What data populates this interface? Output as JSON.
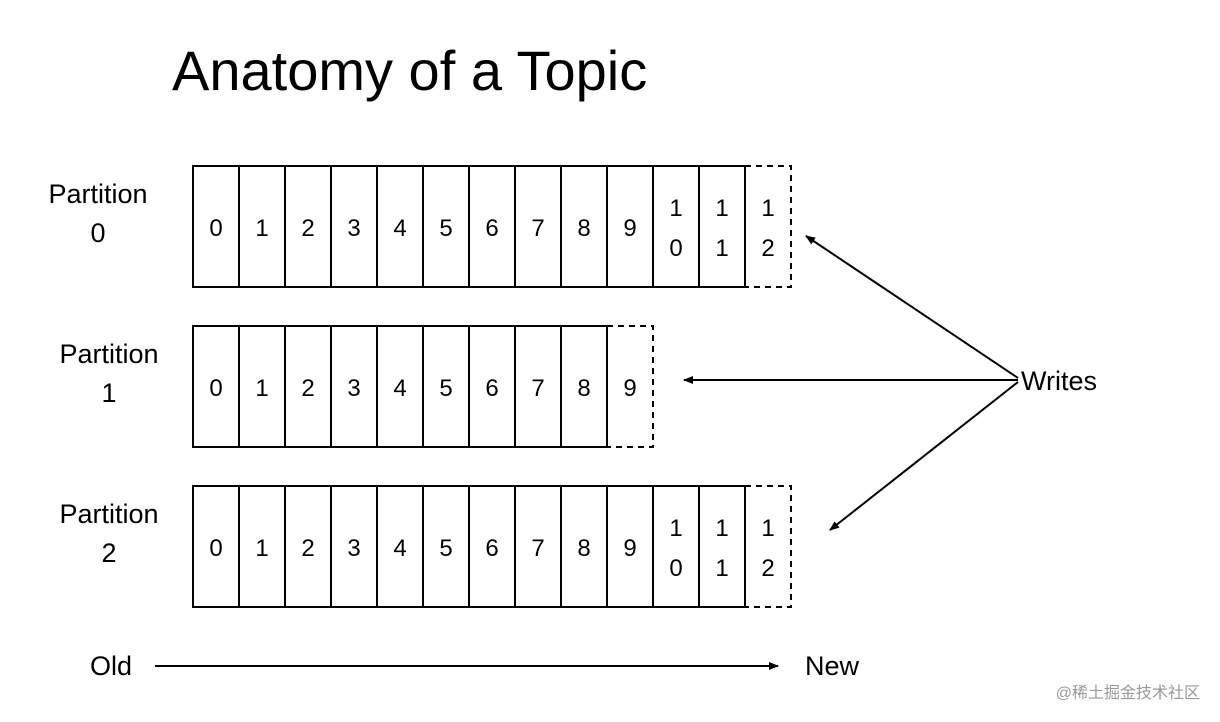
{
  "title": "Anatomy of a Topic",
  "partitions": [
    {
      "label_line1": "Partition",
      "label_line2": "0",
      "offsets": [
        "0",
        "1",
        "2",
        "3",
        "4",
        "5",
        "6",
        "7",
        "8",
        "9",
        "10",
        "11"
      ],
      "pending_offset": "12"
    },
    {
      "label_line1": "Partition",
      "label_line2": "1",
      "offsets": [
        "0",
        "1",
        "2",
        "3",
        "4",
        "5",
        "6",
        "7",
        "8"
      ],
      "pending_offset": "9"
    },
    {
      "label_line1": "Partition",
      "label_line2": "2",
      "offsets": [
        "0",
        "1",
        "2",
        "3",
        "4",
        "5",
        "6",
        "7",
        "8",
        "9",
        "10",
        "11"
      ],
      "pending_offset": "12"
    }
  ],
  "writes_label": "Writes",
  "timeline": {
    "old_label": "Old",
    "new_label": "New"
  },
  "watermark": "@稀土掘金技术社区",
  "colors": {
    "stroke": "#000000",
    "background": "#ffffff",
    "watermark": "#9a9a9a"
  }
}
